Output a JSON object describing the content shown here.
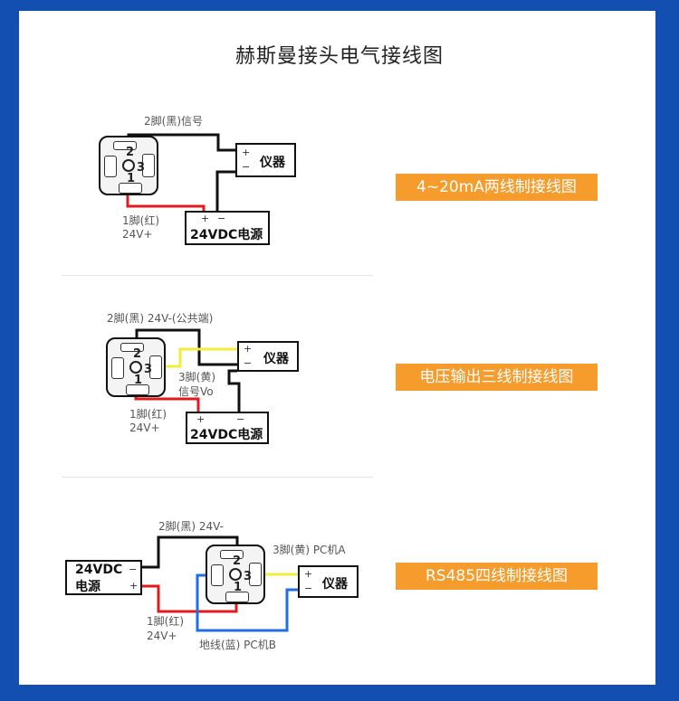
{
  "page": {
    "title": "赫斯曼接头电气接线图",
    "colors": {
      "frame": "#124fb0",
      "badge": "#f69c2d",
      "wire_black": "#111111",
      "wire_red": "#e01b1b",
      "wire_yellow": "#f2ee3a",
      "wire_blue": "#1f6fe0"
    }
  },
  "connector": {
    "pin1": "1",
    "pin2": "2",
    "pin3": "3"
  },
  "common": {
    "instrument": "仪器",
    "power": "24VDC电源",
    "power_line1": "24VDC",
    "power_line2": "电源",
    "plus": "+",
    "minus": "−"
  },
  "diagrams": [
    {
      "badge": "4~20mA两线制接线图",
      "labels": {
        "pin2": "2脚(黑)信号",
        "pin1_a": "1脚(红)",
        "pin1_b": "24V+"
      }
    },
    {
      "badge": "电压输出三线制接线图",
      "labels": {
        "pin2": "2脚(黑) 24V-(公共端)",
        "pin3_a": "3脚(黄)",
        "pin3_b": "信号Vo",
        "pin1_a": "1脚(红)",
        "pin1_b": "24V+"
      }
    },
    {
      "badge": "RS485四线制接线图",
      "labels": {
        "pin2": "2脚(黑) 24V-",
        "pin3": "3脚(黄) PC机A",
        "pin1_a": "1脚(红)",
        "pin1_b": "24V+",
        "ground": "地线(蓝) PC机B"
      }
    }
  ]
}
